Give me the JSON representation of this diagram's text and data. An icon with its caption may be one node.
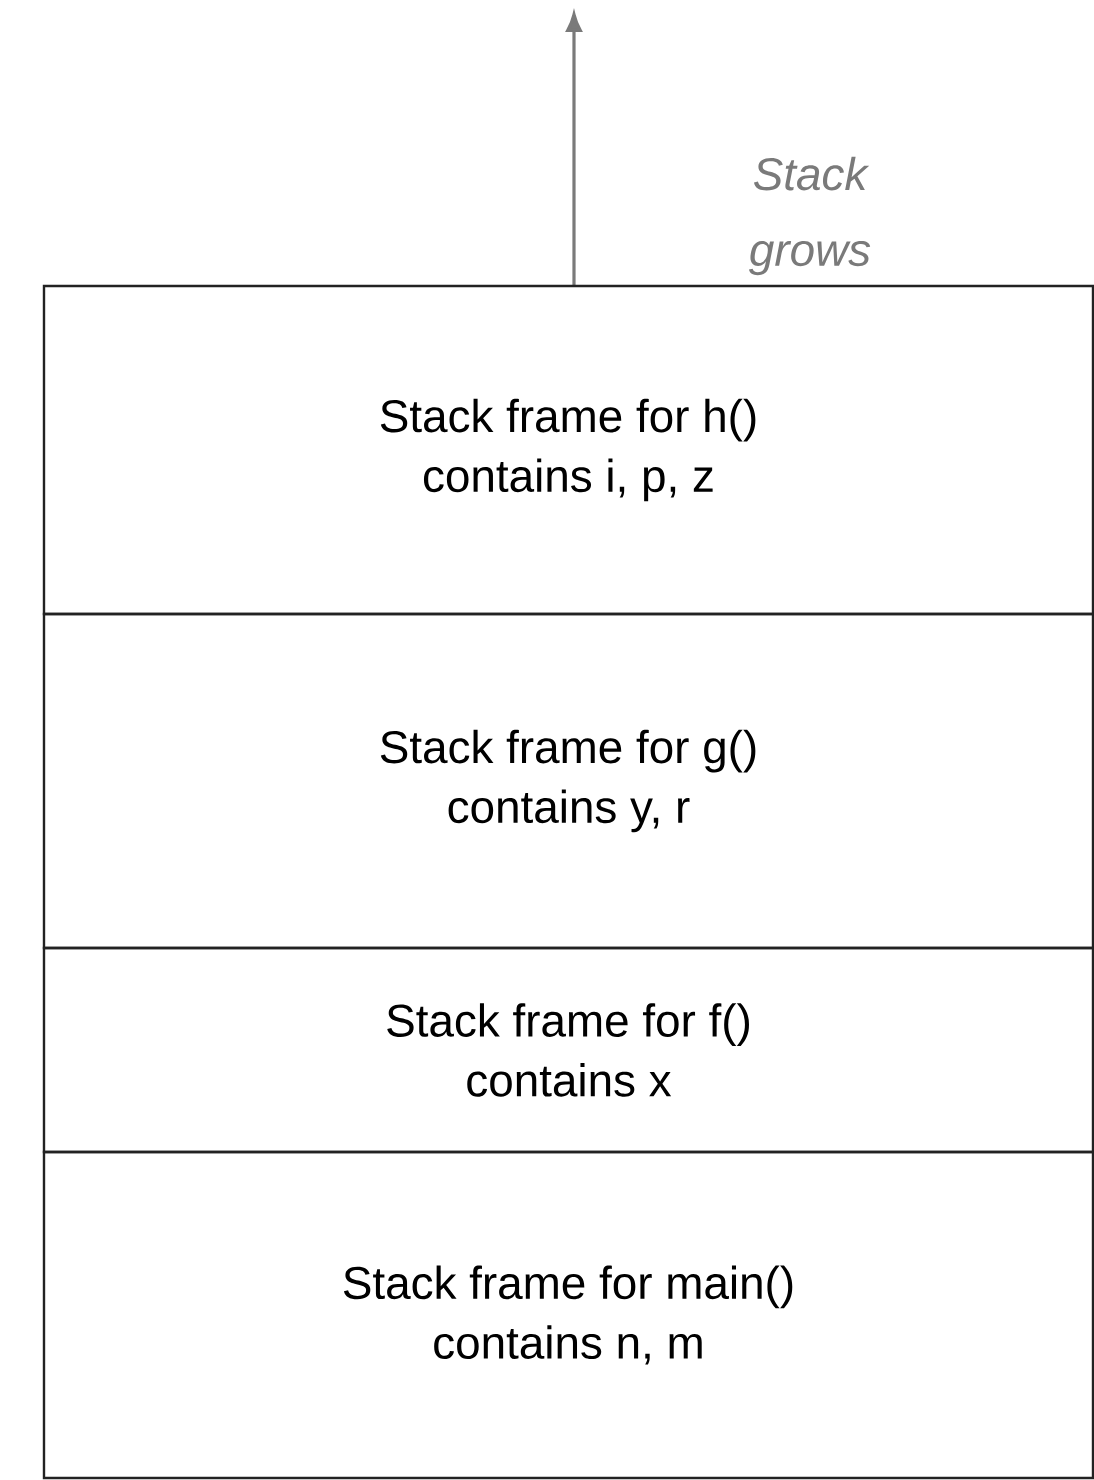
{
  "diagram": {
    "nodes": [
      {
        "text": [
          "Stack frame for h()",
          "contains i, p, z"
        ]
      },
      {
        "text": [
          "Stack frame for g()",
          "contains y, r"
        ]
      },
      {
        "text": [
          "Stack frame for f()",
          "contains x"
        ]
      },
      {
        "text": [
          "Stack frame for main()",
          "contains n, m"
        ]
      }
    ],
    "labels": [
      "Stack grows"
    ]
  }
}
